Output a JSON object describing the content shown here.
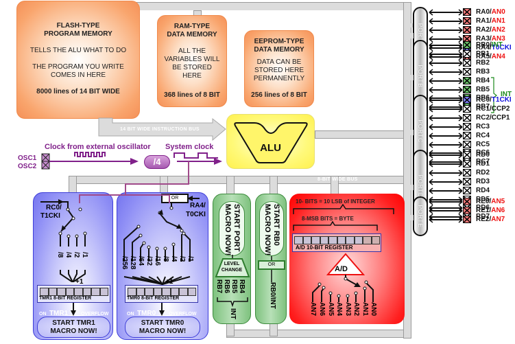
{
  "memories": {
    "flash": {
      "title1": "FLASH-TYPE",
      "title2": "PROGRAM MEMORY",
      "line1": "TELLS THE ALU WHAT TO DO",
      "line2": "THE PROGRAM YOU WRITE",
      "line3": "COMES IN HERE",
      "size": "8000 lines of 14 BIT WIDE"
    },
    "ram": {
      "title1": "RAM-TYPE",
      "title2": "DATA MEMORY",
      "line1": "ALL THE",
      "line2": "VARIABLES WILL",
      "line3": "BE STORED",
      "line4": "HERE",
      "size": "368 lines of 8 BIT"
    },
    "eeprom": {
      "title1": "EEPROM-TYPE",
      "title2": "DATA MEMORY",
      "line1": "DATA CAN BE",
      "line2": "STORED HERE",
      "line3": "PERMANENTLY",
      "size": "256 lines of 8 BIT"
    }
  },
  "buses": {
    "instruction": "14 BIT WIDE INSTRUCTION BUS",
    "data": "8-BIT WIDE BUS"
  },
  "alu": {
    "label": "ALU"
  },
  "clock": {
    "external_label": "Clock from external oscillator",
    "system_label": "System clock",
    "divider": "/4",
    "osc1": "OSC1",
    "osc2": "OSC2"
  },
  "tmr1": {
    "input1": "RC0/",
    "input2": "T1CKI",
    "prescalers": [
      "/8",
      "/4",
      "/2",
      "/1"
    ],
    "increment": "+1",
    "register": "TMR1 8-BIT REGISTER",
    "overflow_on": "ON",
    "overflow_name": "TMR1",
    "overflow_text": "OVERFLOW",
    "macro1": "START TMR1",
    "macro2": "MACRO NOW!"
  },
  "tmr0": {
    "input1": "RA4/",
    "input2": "T0CKI",
    "or": "OR",
    "prescalers": [
      "/256",
      "/128",
      "/64",
      "/32",
      "/16",
      "/8",
      "/4",
      "/2",
      "/1"
    ],
    "increment": "+1",
    "register": "TMR0 8-BIT REGISTER",
    "overflow_on": "ON",
    "overflow_name": "TMR0",
    "overflow_text": "OVERFLOW",
    "macro1": "START TMR0",
    "macro2": "MACRO NOW!"
  },
  "portint": {
    "macro1": "START PORT",
    "macro2": "MACRO NOW!",
    "level1": "LEVEL",
    "level2": "CHANGE",
    "pins": [
      "RB4",
      "RB5",
      "RB6",
      "RB7"
    ],
    "int": "INT"
  },
  "rb0int": {
    "macro1": "START RB0",
    "macro2": "MACRO NOW!",
    "or": "OR",
    "pin": "RB0/INT"
  },
  "adc": {
    "top_brace": "10- BITS = 10 LSB of INTEGER",
    "inner_brace": "8-MSB BITS = BYTE",
    "register": "A/D 10-BIT REGISTER",
    "converter": "A/D",
    "inputs": [
      "AN7",
      "AN6",
      "AN5",
      "AN4",
      "AN3",
      "AN2",
      "AN1",
      "AN0"
    ]
  },
  "ports": [
    {
      "name": "PORTA",
      "pins": [
        {
          "p": "RA0/",
          "f": "AN0",
          "c": "red",
          "fill": "#f47a7a"
        },
        {
          "p": "RA1/",
          "f": "AN1",
          "c": "red",
          "fill": "#f47a7a"
        },
        {
          "p": "RA2/",
          "f": "AN2",
          "c": "red",
          "fill": "#f47a7a"
        },
        {
          "p": "RA3/",
          "f": "AN3",
          "c": "red",
          "fill": "#f47a7a"
        },
        {
          "p": "RA4/",
          "f": "T0CKI",
          "c": "blue",
          "fill": "#7b7bf0"
        },
        {
          "p": "RA5/",
          "f": "AN4",
          "c": "red",
          "fill": "#f47a7a"
        }
      ]
    },
    {
      "name": "PORTB",
      "pins": [
        {
          "p": "RB0/",
          "f": "INT",
          "c": "green",
          "fill": "#6cc46c"
        },
        {
          "p": "RB1",
          "f": "",
          "c": "",
          "fill": "#ffffff"
        },
        {
          "p": "RB2",
          "f": "",
          "c": "",
          "fill": "#ffffff"
        },
        {
          "p": "RB3",
          "f": "",
          "c": "",
          "fill": "#ffffff"
        },
        {
          "p": "RB4",
          "f": "",
          "c": "",
          "fill": "#6cc46c"
        },
        {
          "p": "RB5",
          "f": "",
          "c": "",
          "fill": "#6cc46c"
        },
        {
          "p": "RB6",
          "f": "",
          "c": "",
          "fill": "#6cc46c"
        },
        {
          "p": "RB7",
          "f": "",
          "c": "",
          "fill": "#6cc46c"
        }
      ],
      "group_label": "INT"
    },
    {
      "name": "PORTC",
      "pins": [
        {
          "p": "RC0/",
          "f": "T1CKI",
          "c": "blue",
          "fill": "#7b7bf0"
        },
        {
          "p": "RC1/CCP2",
          "f": "",
          "c": "",
          "fill": "#ffffff"
        },
        {
          "p": "RC2/CCP1",
          "f": "",
          "c": "",
          "fill": "#ffffff"
        },
        {
          "p": "RC3",
          "f": "",
          "c": "",
          "fill": "#ffffff"
        },
        {
          "p": "RC4",
          "f": "",
          "c": "",
          "fill": "#ffffff"
        },
        {
          "p": "RC5",
          "f": "",
          "c": "",
          "fill": "#ffffff"
        },
        {
          "p": "RC6",
          "f": "",
          "c": "",
          "fill": "#ffffff"
        },
        {
          "p": "RC7",
          "f": "",
          "c": "",
          "fill": "#ffffff"
        }
      ]
    },
    {
      "name": "PORTD",
      "pins": [
        {
          "p": "RD0",
          "f": "",
          "c": "",
          "fill": "#ffffff"
        },
        {
          "p": "RD1",
          "f": "",
          "c": "",
          "fill": "#ffffff"
        },
        {
          "p": "RD2",
          "f": "",
          "c": "",
          "fill": "#ffffff"
        },
        {
          "p": "RD3",
          "f": "",
          "c": "",
          "fill": "#ffffff"
        },
        {
          "p": "RD4",
          "f": "",
          "c": "",
          "fill": "#ffffff"
        },
        {
          "p": "RD5",
          "f": "",
          "c": "",
          "fill": "#ffffff"
        },
        {
          "p": "RD6",
          "f": "",
          "c": "",
          "fill": "#ffffff"
        },
        {
          "p": "RD7",
          "f": "",
          "c": "",
          "fill": "#ffffff"
        }
      ]
    },
    {
      "name": "PORTE",
      "pins": [
        {
          "p": "RE0/",
          "f": "AN5",
          "c": "red",
          "fill": "#f47a7a"
        },
        {
          "p": "RE1/",
          "f": "AN6",
          "c": "red",
          "fill": "#f47a7a"
        },
        {
          "p": "RE2/",
          "f": "AN7",
          "c": "red",
          "fill": "#f47a7a"
        }
      ]
    }
  ],
  "colors": {
    "memory": "#f79a62",
    "alu": "#fff35a",
    "timer": "#8585f2",
    "interrupt": "#8fcb8f",
    "adc": "#ff1a1a",
    "clock": "#80208a",
    "bus": "#dcdcdc"
  }
}
